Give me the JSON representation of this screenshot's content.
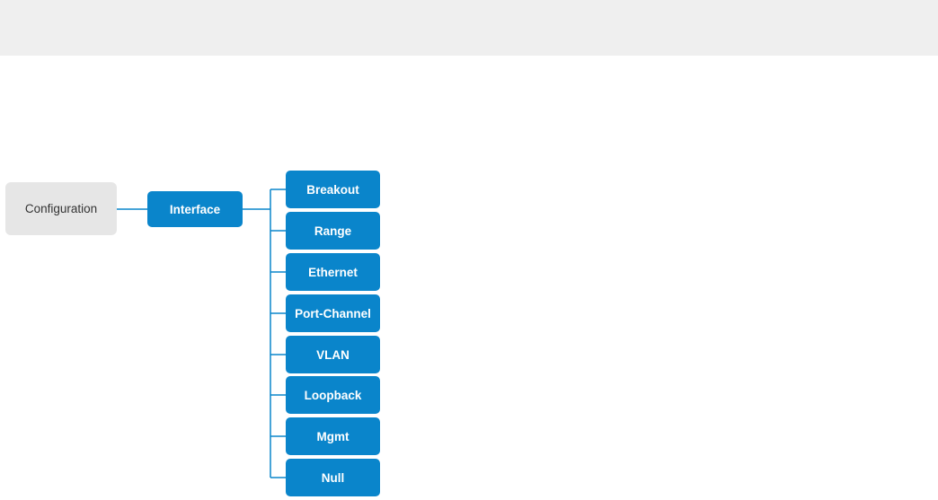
{
  "diagram": {
    "root": {
      "label": "Configuration",
      "children": [
        {
          "label": "Interface",
          "children": [
            {
              "label": "Breakout"
            },
            {
              "label": "Range"
            },
            {
              "label": "Ethernet"
            },
            {
              "label": "Port-Channel"
            },
            {
              "label": "VLAN"
            },
            {
              "label": "Loopback"
            },
            {
              "label": "Mgmt"
            },
            {
              "label": "Null"
            }
          ]
        }
      ]
    },
    "colors": {
      "root_fill": "#e6e6e6",
      "node_fill": "#0a85cb",
      "connector": "#0a85cb",
      "header_band": "#efefef"
    }
  }
}
